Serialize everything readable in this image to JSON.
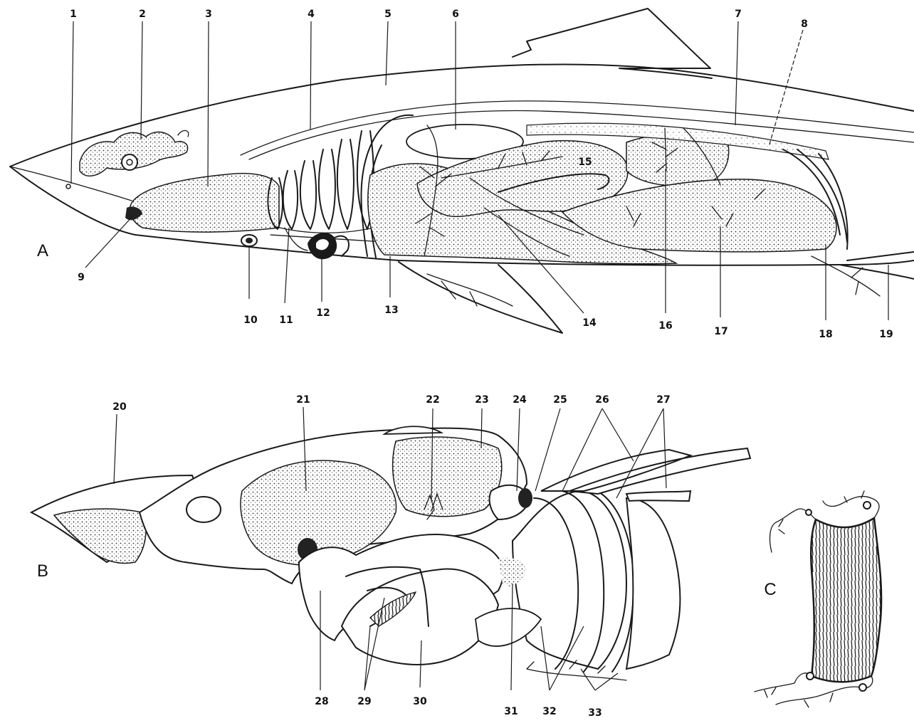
{
  "panels": {
    "a": "A",
    "b": "B",
    "c": "C"
  },
  "labels": {
    "n1": "1",
    "n2": "2",
    "n3": "3",
    "n4": "4",
    "n5": "5",
    "n6": "6",
    "n7": "7",
    "n8": "8",
    "n9": "9",
    "n10": "10",
    "n11": "11",
    "n12": "12",
    "n13": "13",
    "n14": "14",
    "n15": "15",
    "n16": "16",
    "n17": "17",
    "n18": "18",
    "n19": "19",
    "n20": "20",
    "n21": "21",
    "n22": "22",
    "n23": "23",
    "n24": "24",
    "n25": "25",
    "n26": "26",
    "n27": "27",
    "n28": "28",
    "n29": "29",
    "n30": "30",
    "n31": "31",
    "n32": "32",
    "n33": "33"
  }
}
